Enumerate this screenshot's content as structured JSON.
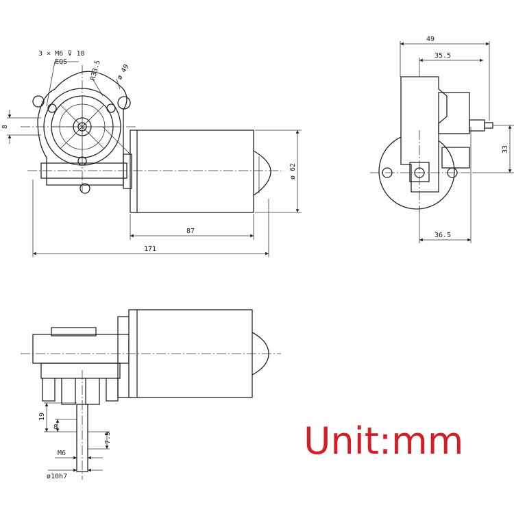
{
  "labels": {
    "hole_spec": "3 × M6 ⊽ 18",
    "hole_eqs": "EQS",
    "r335": "R33.5",
    "d49": "ø 49",
    "dim8_front": "8",
    "dim87": "87",
    "dim171": "171",
    "d62": "ø 62",
    "dim49": "49",
    "dim355": "35.5",
    "dim33": "33",
    "dim365": "36.5",
    "dim19": "19",
    "dim8_bottom": "8",
    "dim75": "7.5",
    "m6": "M6",
    "d10h7": "ø10h7"
  },
  "unit_text": "Unit:mm",
  "colors": {
    "line": "#222222",
    "unit": "#d21f26",
    "background": "#ffffff"
  }
}
